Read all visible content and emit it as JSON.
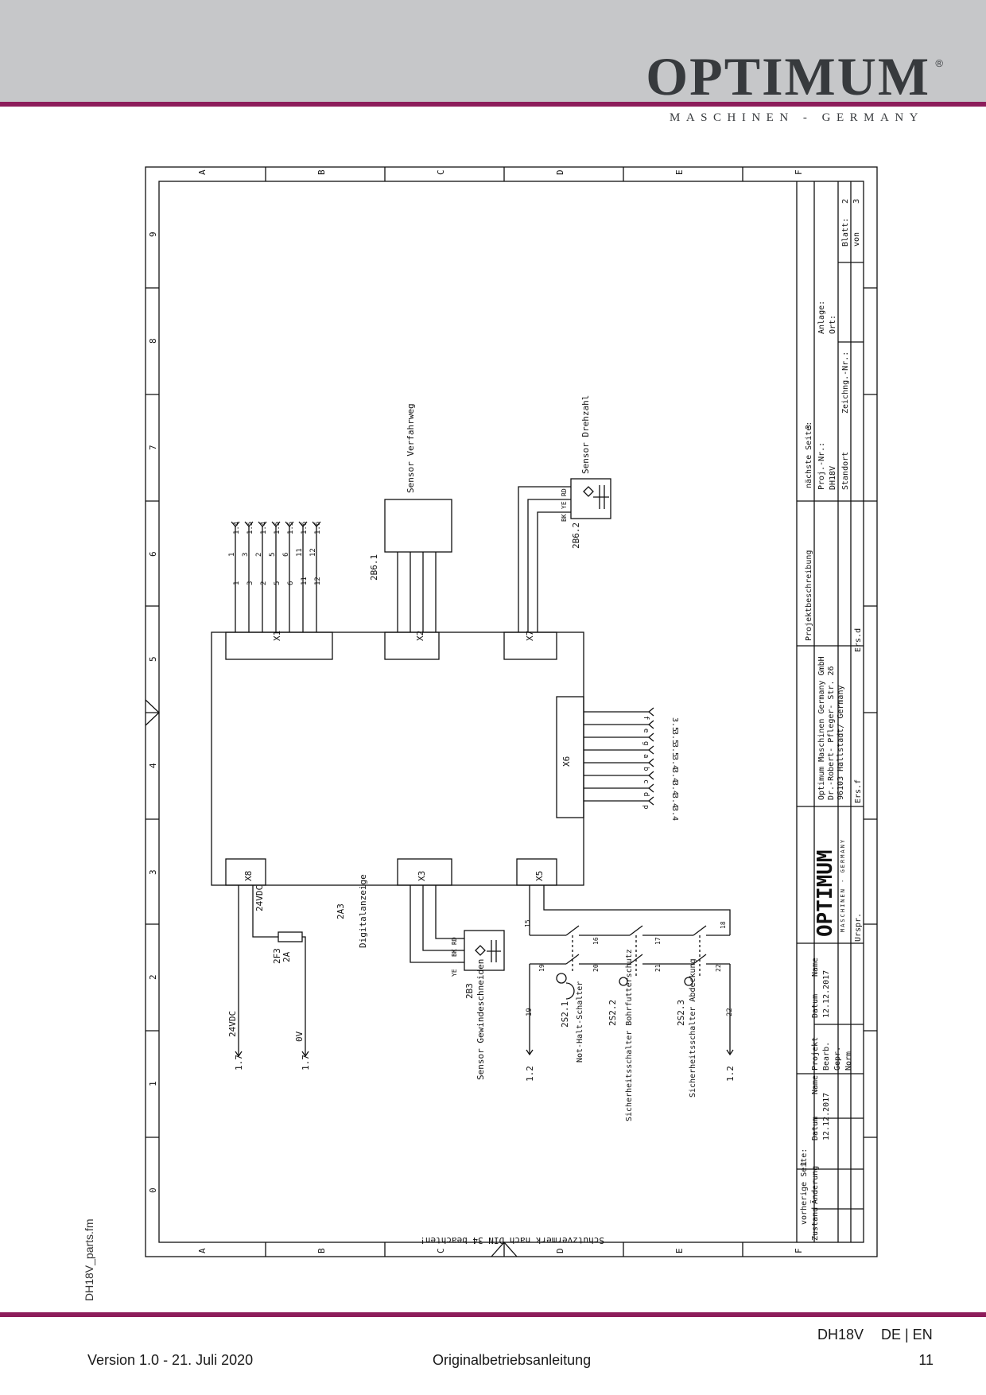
{
  "header": {
    "brand": "OPTIMUM",
    "registered": "®",
    "tagline": "MASCHINEN - GERMANY"
  },
  "side_file": "DH18V_parts.fm",
  "drawing": {
    "row_letters": [
      "A",
      "B",
      "C",
      "D",
      "E",
      "F"
    ],
    "column_numbers": [
      "0",
      "1",
      "2",
      "3",
      "4",
      "5",
      "6",
      "7",
      "8",
      "9"
    ],
    "protection_note": "Schutzvermerk nach DIN 34 beachten!",
    "controller": {
      "tag": "2A3",
      "name": "Digitalanzeige"
    },
    "connectors": {
      "x1": "X1",
      "x2": "X2",
      "x7": "X7",
      "x6": "X6",
      "x8": "X8",
      "x3": "X3",
      "x5": "X5"
    },
    "x1_wires": [
      "1",
      "3",
      "2",
      "5",
      "6",
      "11",
      "12"
    ],
    "x1_wires_right": [
      "1",
      "3",
      "2",
      "5",
      "6",
      "11",
      "12"
    ],
    "x1_refs": [
      "1.4",
      "1.5",
      "1.4",
      "1.5",
      "1.5",
      "1.6",
      "1.6"
    ],
    "x6_refs": [
      "3.5",
      "3.5",
      "3.5",
      "3.4",
      "3.4",
      "3.4",
      "3.4",
      "3.4"
    ],
    "x6_wires": [
      "f",
      "e",
      "g",
      "a",
      "b",
      "c",
      "d",
      "p"
    ],
    "sensor_travel": {
      "name": "Sensor Verfahrweg",
      "tag": "2B6.1"
    },
    "sensor_speed": {
      "name": "Sensor Drehzahl",
      "tag": "2B6.2",
      "wires": [
        "RD",
        "YE",
        "BK"
      ]
    },
    "sensor_thread": {
      "name": "Sensor Gewindeschneiden",
      "tag": "2B3",
      "wires": [
        "RD",
        "BK",
        "YE"
      ]
    },
    "power": {
      "supply_label": "24VDC",
      "supply_ref": "1.7",
      "zero_label": "0V",
      "zero_ref": "1.7",
      "x8_label": "24VDC",
      "fuse_tag": "2F3",
      "fuse_value": "2A"
    },
    "switches": [
      {
        "tag": "2S2.1",
        "name": "Not-Halt-Schalter"
      },
      {
        "tag": "2S2.2",
        "name": "Sicherheitsschalter Bohrfutterschutz"
      },
      {
        "tag": "2S2.3",
        "name": "Sicherheitsschalter Abdeckung"
      }
    ],
    "switch_terminals": [
      "15",
      "16",
      "17",
      "18",
      "19",
      "20",
      "21",
      "22"
    ],
    "input_19": {
      "wire": "19",
      "ref": "1.2"
    },
    "input_22": {
      "wire": "22",
      "ref": "1.2"
    },
    "title_block": {
      "prev_page_label": "vorherige Seite:",
      "prev_page": "1",
      "next_page_label": "nächste Seite:",
      "next_page": "3",
      "project_desc": "Projektbeschreibung",
      "company": "Optimum Maschinen Germany GmbH",
      "street": "Dr.-Robert- Pfleger- Str. 26",
      "city": "96103 Hallstadt/ Germany",
      "proj_nr_label": "Proj.-Nr.:",
      "proj_nr": "DH18V",
      "standort": "Standort",
      "zeichnr_label": "Zeichng.-Nr.:",
      "anlage_label": "Anlage:",
      "ort_label": "Ort:",
      "blatt_label": "Blatt:",
      "blatt": "2",
      "von_label": "von",
      "von": "3",
      "ersd": "Ers.d",
      "ersf": "Ers.f",
      "urspr": "Urspr.",
      "zustand": "Zustand",
      "aenderung": "Änderung",
      "datum": "Datum",
      "name": "Name",
      "datum1": "12.12.2017",
      "projekt": "Projekt",
      "bearb": "Bearb.",
      "gepr": "Gepr.",
      "norm": "Norm",
      "datum2": "12.12.2017",
      "logo": "OPTIMUM",
      "logo_tag": "MASCHINEN - GERMANY"
    }
  },
  "footer": {
    "product": "DH18V",
    "language": "DE | EN",
    "version": "Version 1.0 - 21. Juli 2020",
    "manual": "Originalbetriebsanleitung",
    "page": "11"
  }
}
